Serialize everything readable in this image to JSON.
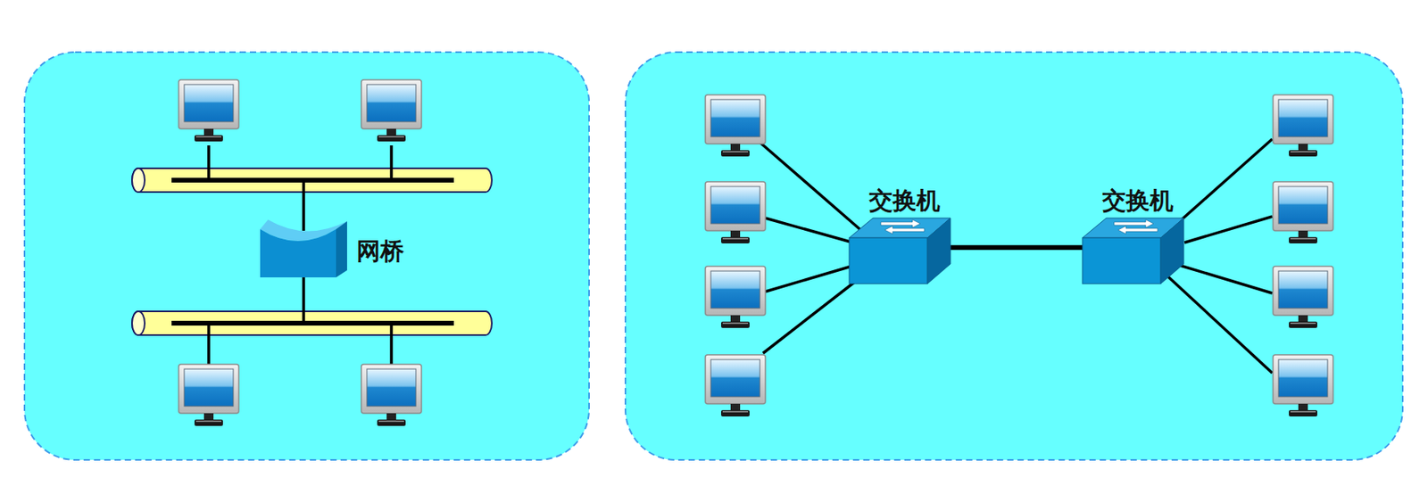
{
  "diagram": {
    "nodes": [
      {
        "text": [
          "网桥"
        ]
      },
      {
        "text": [
          "交换机"
        ]
      },
      {
        "text": [
          "交换机"
        ]
      }
    ],
    "edges": [
      {
        "from": 1,
        "to": 2,
        "arrow": "none"
      }
    ]
  }
}
